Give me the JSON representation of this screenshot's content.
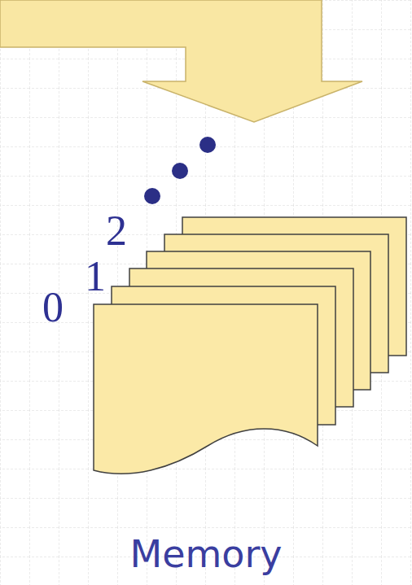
{
  "diagram": {
    "labels": [
      "2",
      "1",
      "0",
      "Memory"
    ]
  }
}
